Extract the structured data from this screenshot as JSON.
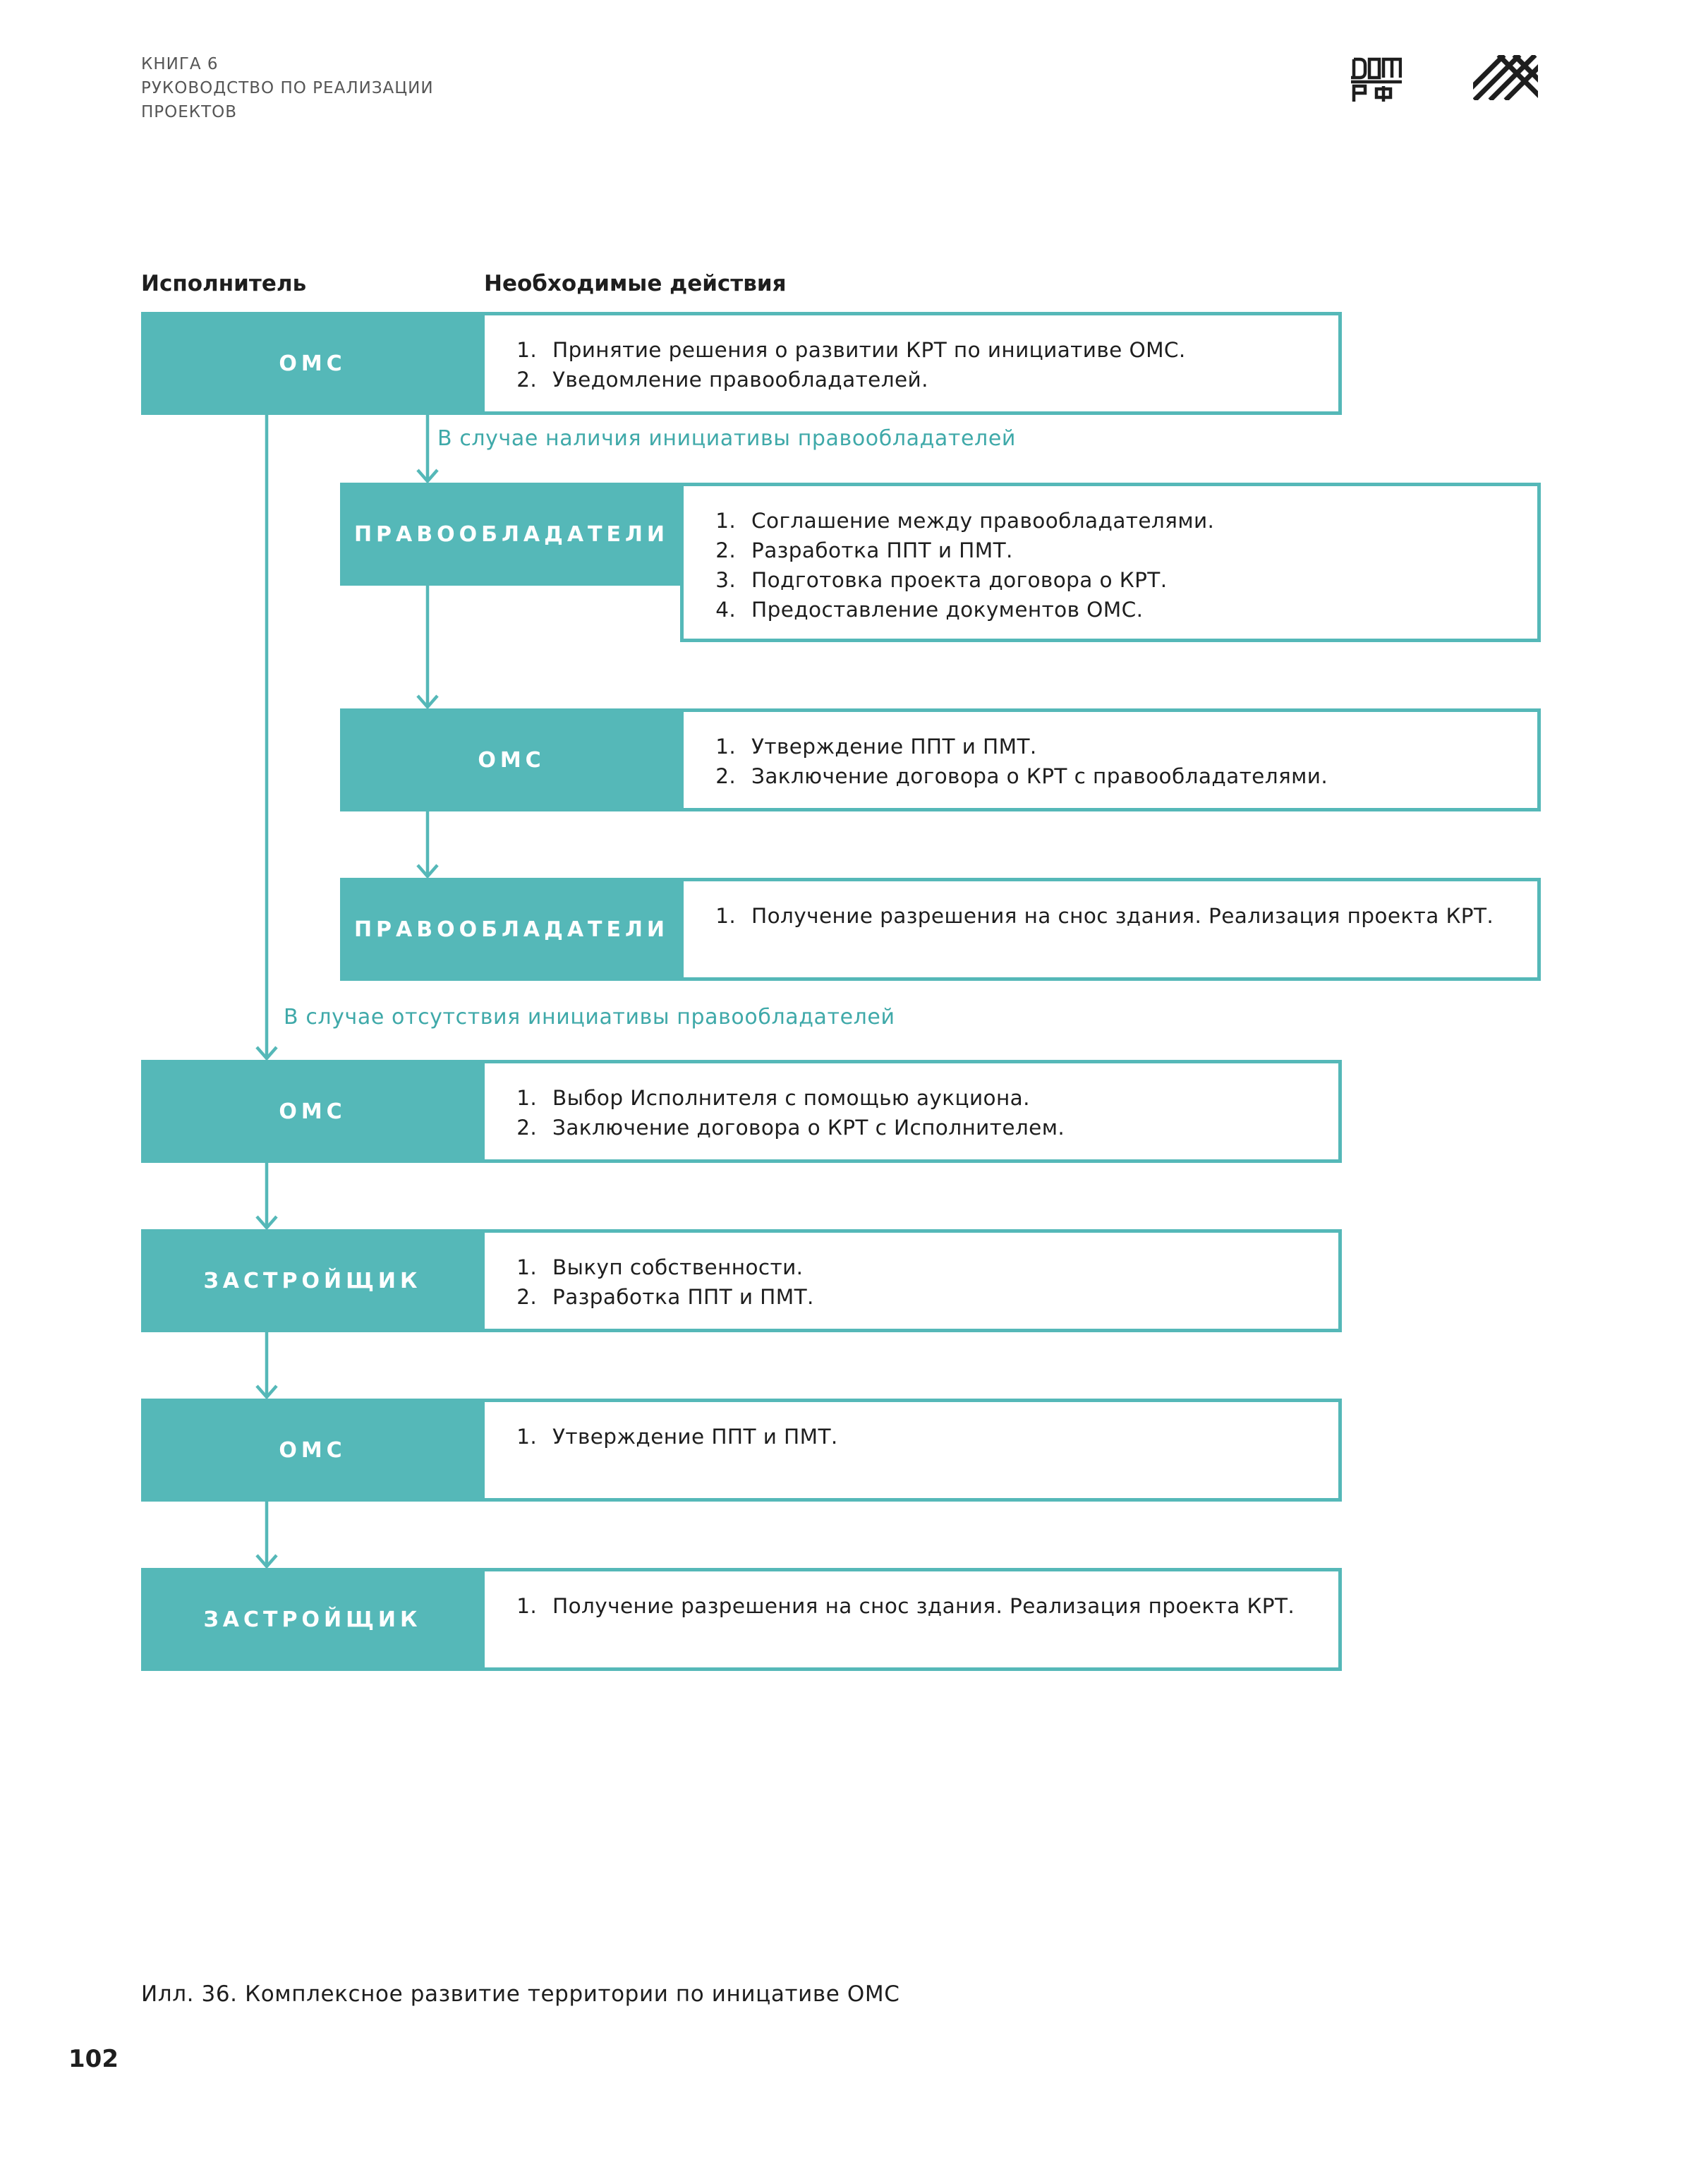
{
  "header": {
    "line1": "КНИГА 6",
    "line2": "РУКОВОДСТВО ПО РЕАЛИЗАЦИИ",
    "line3": "ПРОЕКТОВ"
  },
  "logos": {
    "brand": "dom-rf-logo",
    "pattern": "diagonal-grid-logo"
  },
  "columns": {
    "executor": "Исполнитель",
    "actions": "Необходимые действия"
  },
  "branches": {
    "with_initiative": "В случае наличия инициативы правообладателей",
    "without_initiative": "В случае отсутствия инициативы правообладателей"
  },
  "rows": [
    {
      "actor": "ОМС",
      "actions": [
        "Принятие решения о развитии КРТ по инициативе ОМС.",
        "Уведомление правообладателей."
      ]
    },
    {
      "actor": "ПРАВООБЛАДАТЕЛИ",
      "actions": [
        "Соглашение между правообладателями.",
        "Разработка ППТ и ПМТ.",
        "Подготовка проекта договора о КРТ.",
        "Предоставление документов ОМС."
      ]
    },
    {
      "actor": "ОМС",
      "actions": [
        "Утверждение ППТ и ПМТ.",
        "Заключение договора о КРТ с правообладателями."
      ]
    },
    {
      "actor": "ПРАВООБЛАДАТЕЛИ",
      "actions": [
        "Получение разрешения на снос здания. Реализация проекта КРТ."
      ]
    },
    {
      "actor": "ОМС",
      "actions": [
        "Выбор Исполнителя с помощью аукциона.",
        "Заключение договора о КРТ с Исполнителем."
      ]
    },
    {
      "actor": "ЗАСТРОЙЩИК",
      "actions": [
        "Выкуп собственности.",
        "Разработка ППТ и ПМТ."
      ]
    },
    {
      "actor": "ОМС",
      "actions": [
        "Утверждение ППТ и ПМТ."
      ]
    },
    {
      "actor": "ЗАСТРОЙЩИК",
      "actions": [
        "Получение разрешения на снос здания. Реализация проекта КРТ."
      ]
    }
  ],
  "caption": "Илл. 36. Комплексное развитие территории по иницативе ОМС",
  "page_number": "102",
  "colors": {
    "accent": "#55b8b8",
    "label": "#3fa9a9"
  }
}
